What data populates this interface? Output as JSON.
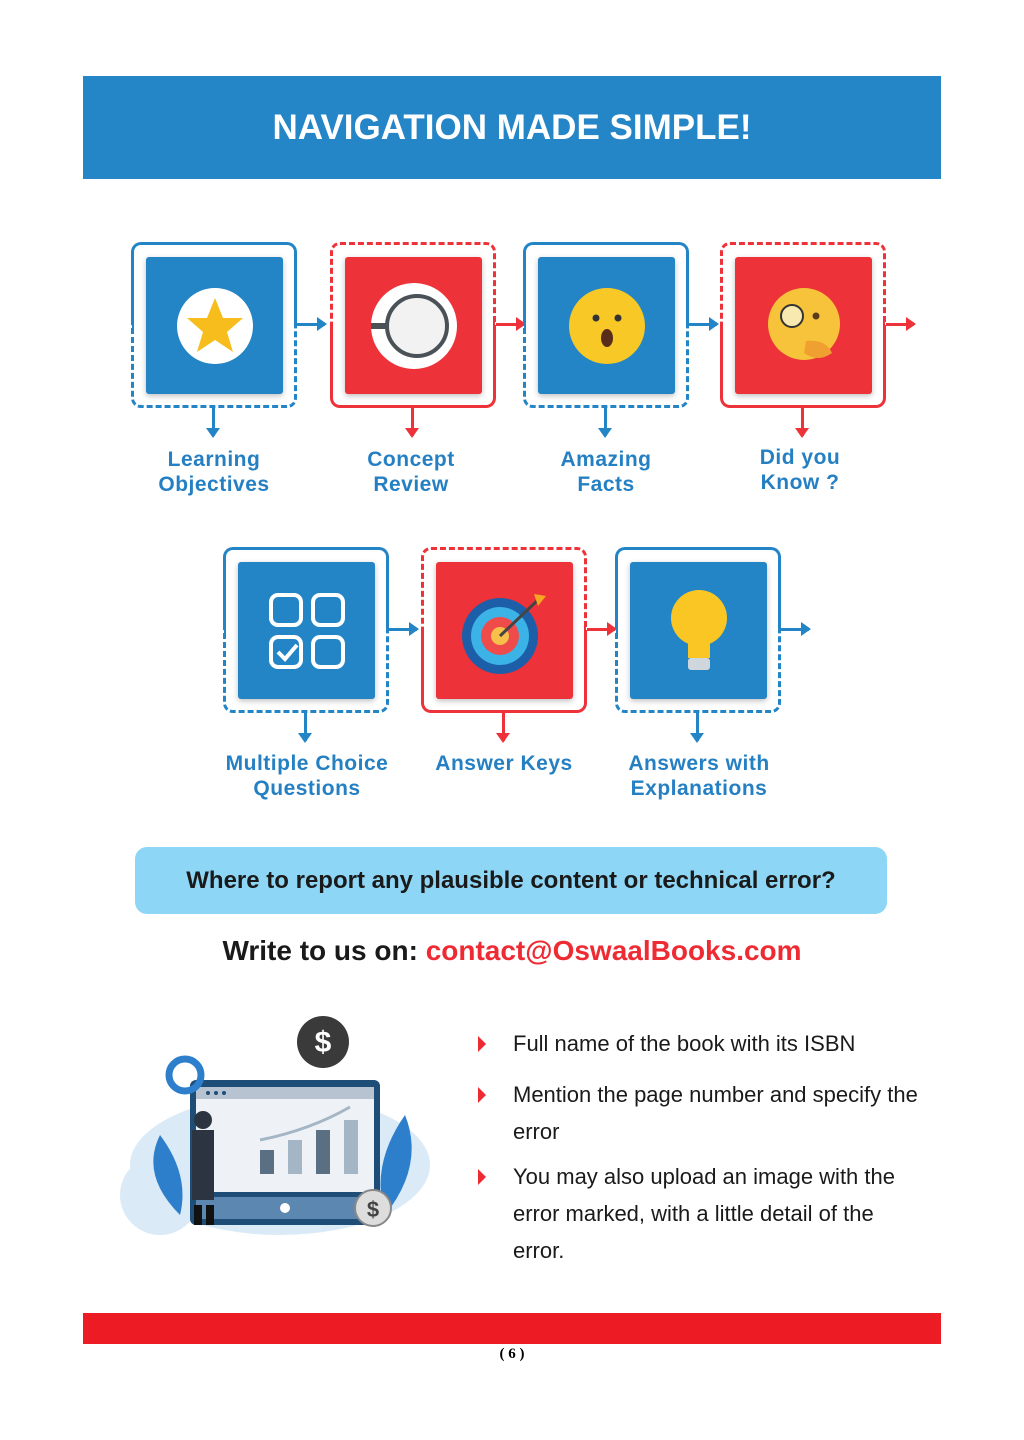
{
  "banner": {
    "title": "NAVIGATION MADE SIMPLE!"
  },
  "colors": {
    "blue": "#2384c6",
    "red": "#ee3239"
  },
  "features": [
    {
      "line1": "Learning",
      "line2": "Objectives",
      "color": "blue",
      "top_style": "solid",
      "icon": "star-icon"
    },
    {
      "line1": "Concept",
      "line2": "Review",
      "color": "red",
      "top_style": "dashed",
      "icon": "magnifier-icon"
    },
    {
      "line1": "Amazing",
      "line2": "Facts",
      "color": "blue",
      "top_style": "solid",
      "icon": "surprised-emoji-icon"
    },
    {
      "line1": "Did you",
      "line2": "Know ?",
      "color": "red",
      "top_style": "dashed",
      "icon": "thinking-monocle-emoji-icon"
    },
    {
      "line1": "Multiple Choice",
      "line2": "Questions",
      "color": "blue",
      "top_style": "solid",
      "icon": "checkbox-grid-icon"
    },
    {
      "line1": "Answer Keys",
      "line2": "",
      "color": "red",
      "top_style": "dashed",
      "icon": "target-icon"
    },
    {
      "line1": "Answers with",
      "line2": "Explanations",
      "color": "blue",
      "top_style": "solid",
      "icon": "lightbulb-icon"
    }
  ],
  "report": {
    "question": "Where to report any plausible content or technical error?",
    "write_label": "Write to us on: ",
    "email": "contact@OswaalBooks.com"
  },
  "bullets": [
    "Full name of the book with its ISBN",
    "Mention the page number and specify the error",
    "You may also upload an image with the error marked, with a little detail of the error."
  ],
  "footer": {
    "page": "( 6 )"
  }
}
